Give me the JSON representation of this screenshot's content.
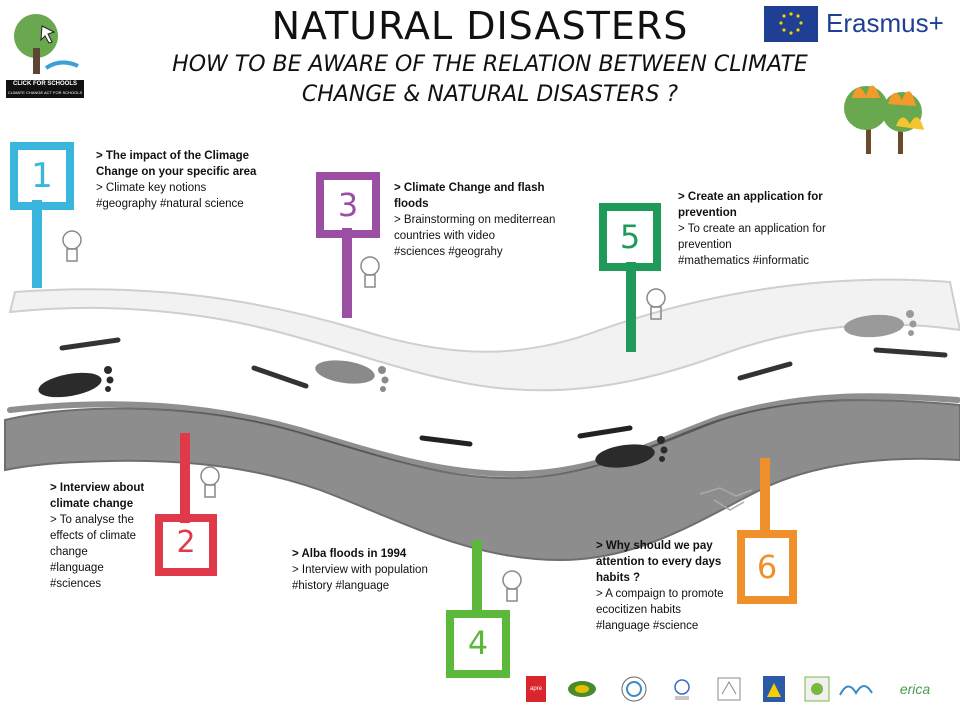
{
  "title": "NATURAL DISASTERS",
  "subtitle_line1": "HOW TO BE AWARE OF THE RELATION BETWEEN CLIMATE",
  "subtitle_line2": "CHANGE & NATURAL DISASTERS ?",
  "logos": {
    "click_logo_line1": "CLICK FOR SCHOOLS",
    "click_logo_line2": "CLIMATE CHANGE ACT FOR SCHOOLS",
    "erasmus": "Erasmus+",
    "apre": "apre",
    "erica": "erica"
  },
  "signs": [
    "1",
    "2",
    "3",
    "4",
    "5",
    "6"
  ],
  "steps": [
    {
      "id": "1",
      "heading": "> The impact of the Climage Change on your specific area",
      "lines": [
        "> Climate key notions",
        "#geography #natural science"
      ]
    },
    {
      "id": "2",
      "heading": "> Interview about climate change",
      "lines": [
        "> To analyse the effects of climate change",
        "#language",
        "#sciences"
      ]
    },
    {
      "id": "3",
      "heading": "> Climate Change and flash floods",
      "lines": [
        "> Brainstorming on mediterrean countries with video",
        "#sciences #geograhy"
      ]
    },
    {
      "id": "4",
      "heading": "> Alba floods in 1994",
      "lines": [
        "> Interview with population",
        "#history #language"
      ]
    },
    {
      "id": "5",
      "heading": "> Create an application for prevention",
      "lines": [
        "> To create an application for prevention",
        "#mathematics #informatic"
      ]
    },
    {
      "id": "6",
      "heading": "> Why should we pay attention to every days habits ?",
      "lines": [
        "> A compaign to promote ecocitizen habits",
        "#language #science"
      ]
    }
  ],
  "colors": {
    "sign1": "#3ab6de",
    "sign2": "#e03a4a",
    "sign3": "#9b4fa3",
    "sign4": "#5cb83a",
    "sign5": "#1f9a5a",
    "sign6": "#f0902a",
    "erasmus_blue": "#1e3f93"
  }
}
